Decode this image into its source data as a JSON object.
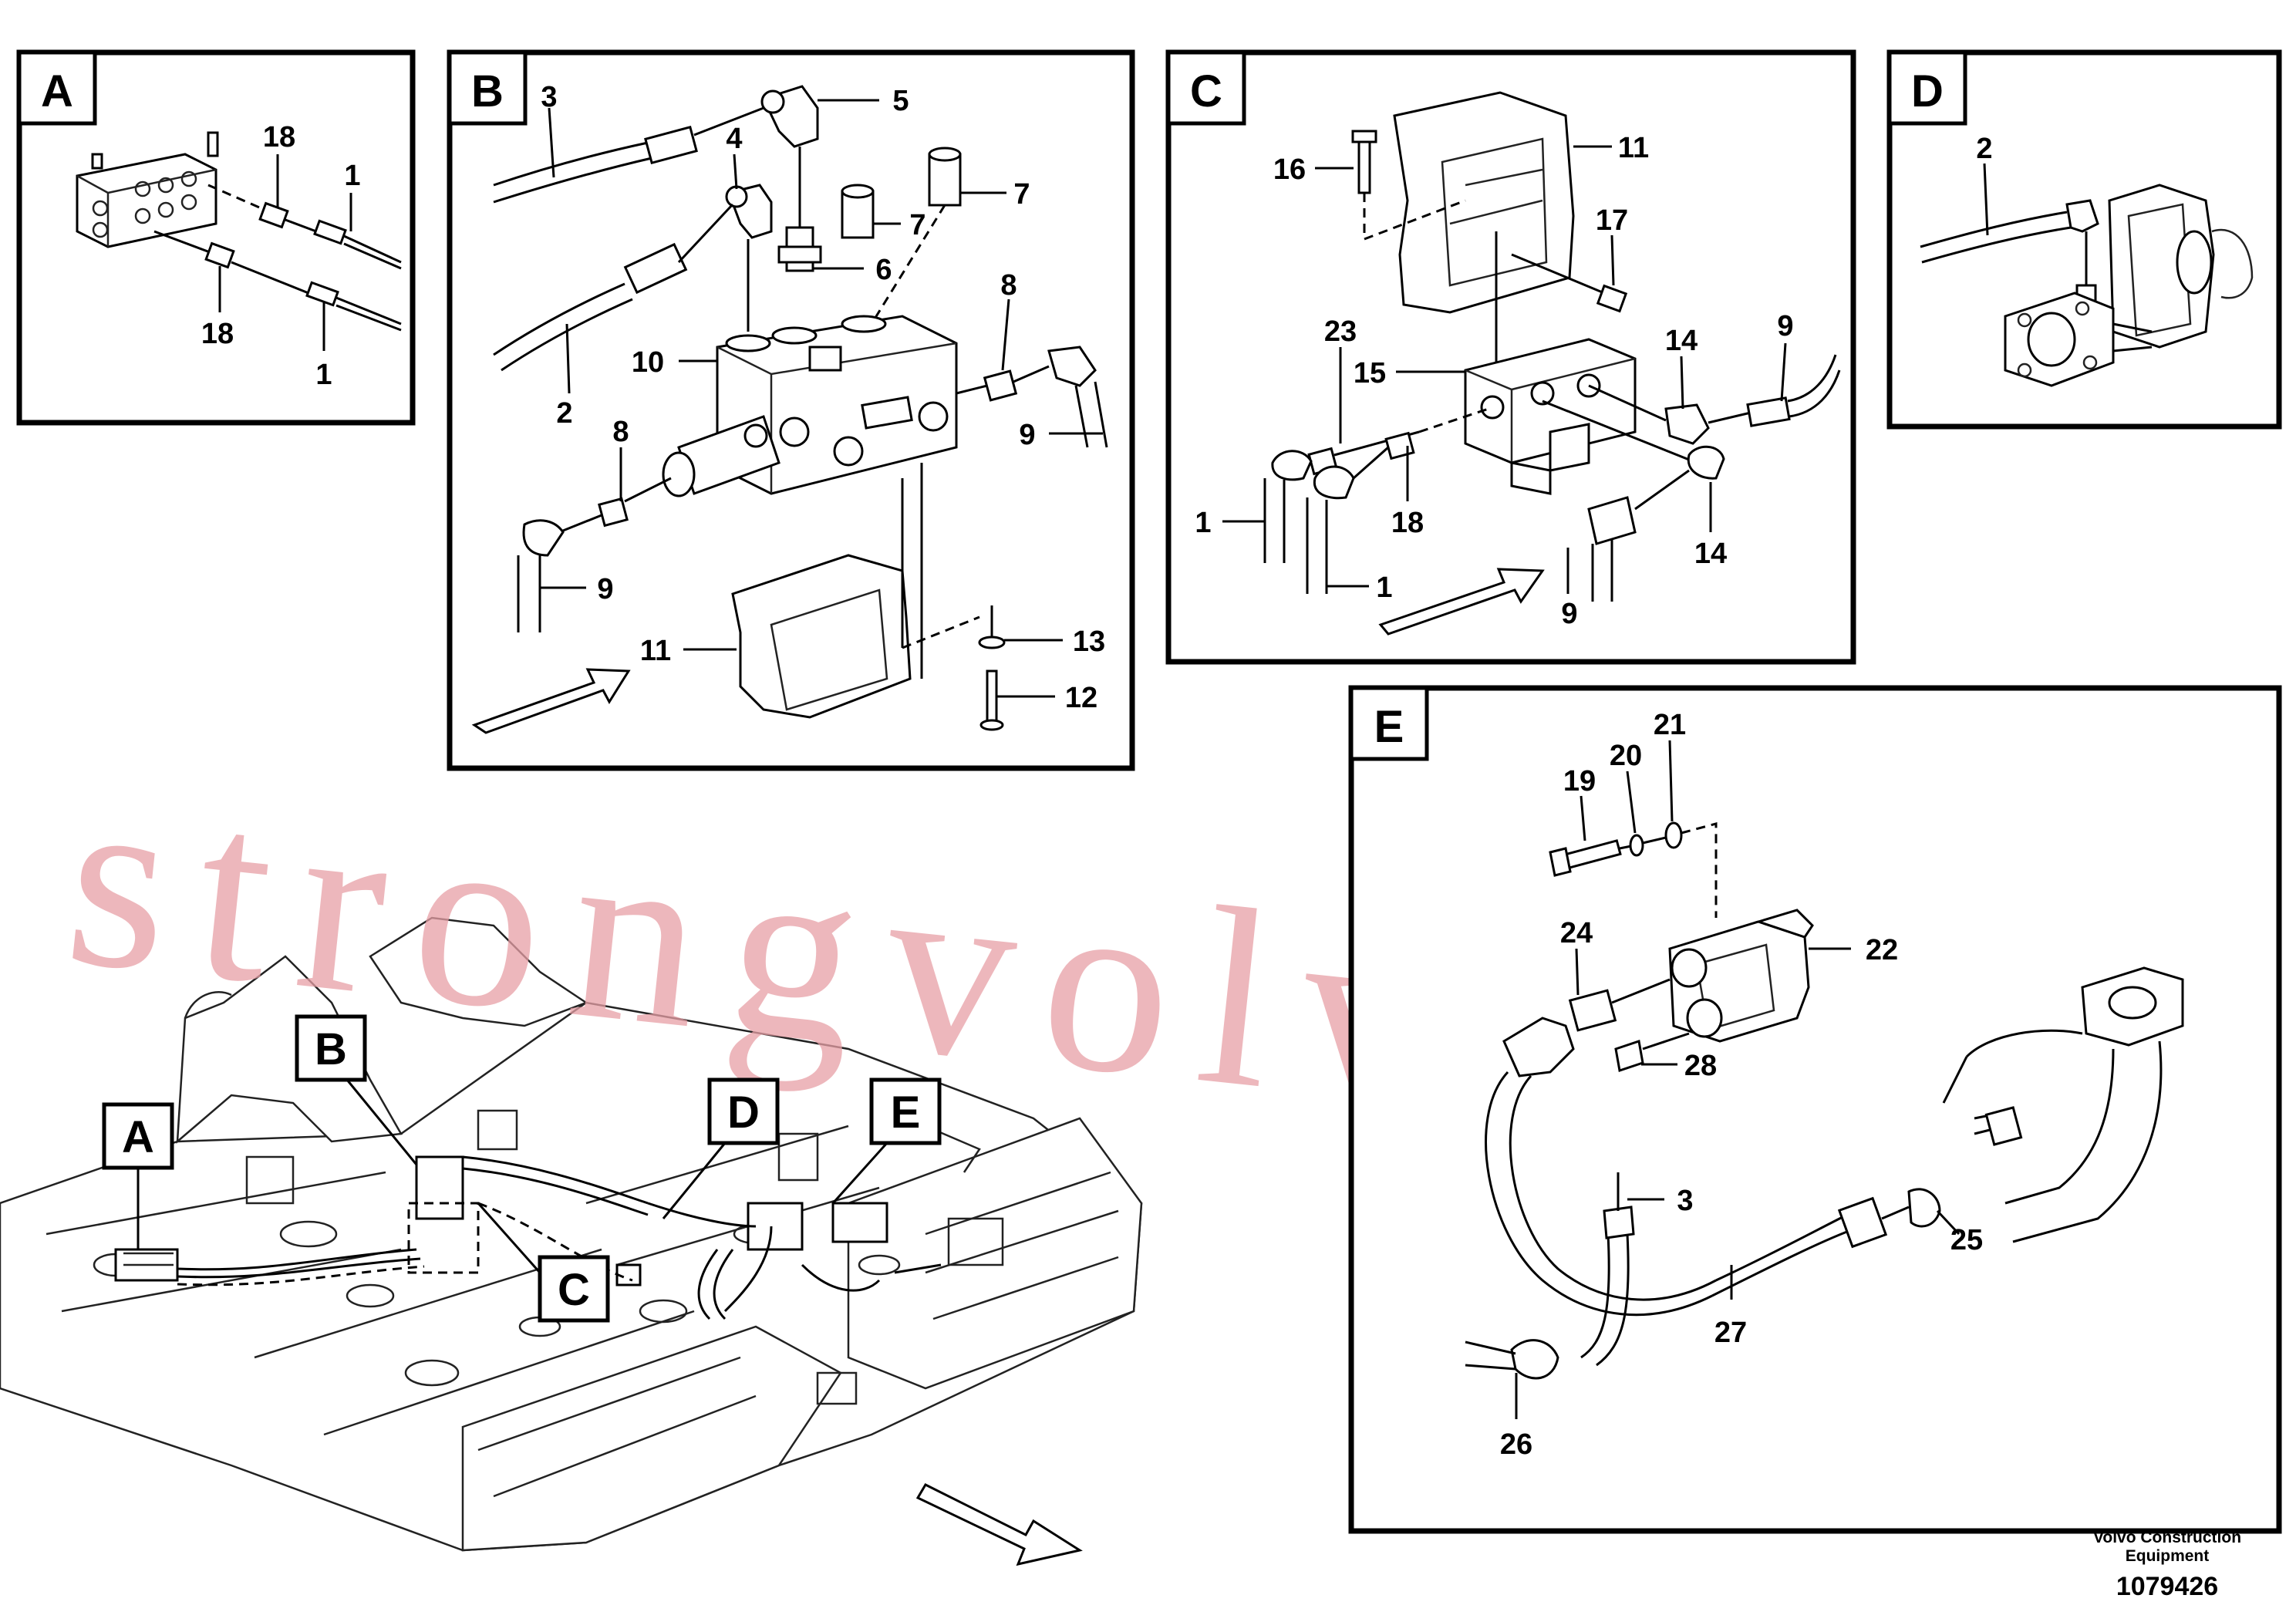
{
  "watermark": "strongvolvo.com",
  "footer": {
    "company_line1": "Volvo Construction",
    "company_line2": "Equipment",
    "drawing_number": "1079426"
  },
  "panels": {
    "A": {
      "tag": "A",
      "labels": [
        "18",
        "1",
        "18",
        "1"
      ]
    },
    "B": {
      "tag": "B",
      "labels": [
        "3",
        "5",
        "4",
        "7",
        "7",
        "6",
        "8",
        "10",
        "2",
        "8",
        "9",
        "9",
        "11",
        "13",
        "12"
      ]
    },
    "C": {
      "tag": "C",
      "labels": [
        "11",
        "16",
        "17",
        "23",
        "15",
        "14",
        "9",
        "1",
        "18",
        "14",
        "1",
        "9"
      ]
    },
    "D": {
      "tag": "D",
      "labels": [
        "2"
      ]
    },
    "E": {
      "tag": "E",
      "labels": [
        "21",
        "20",
        "19",
        "24",
        "22",
        "28",
        "3",
        "25",
        "27",
        "26"
      ]
    }
  },
  "overview_tags": [
    "B",
    "A",
    "D",
    "E",
    "C"
  ]
}
